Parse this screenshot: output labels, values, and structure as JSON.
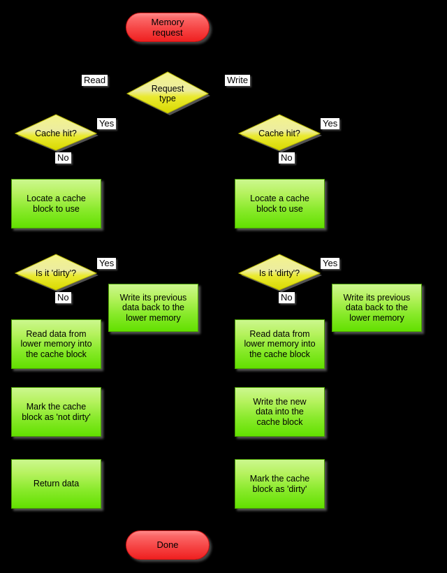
{
  "diagram": {
    "title": "Cache memory request handling flowchart",
    "background_color": "#000000",
    "palette": {
      "terminator_fill": "#f64545",
      "terminator_border": "#cf1414",
      "process_fill": "#8aea2c",
      "process_border": "#4aa000",
      "decision_fill": "#e8e81e",
      "decision_border": "#b0b000",
      "edge_color": "#000000",
      "edge_label_bg": "#ffffff",
      "text_color": "#000000"
    }
  },
  "nodes": {
    "start": {
      "label": "Memory\nrequest",
      "type": "terminator"
    },
    "request_type": {
      "label": "Request\ntype",
      "type": "decision"
    },
    "read_cache_hit": {
      "label": "Cache hit?",
      "type": "decision"
    },
    "read_locate_block": {
      "label": "Locate a cache\nblock to use",
      "type": "process"
    },
    "read_is_dirty": {
      "label": "Is it 'dirty'?",
      "type": "decision"
    },
    "read_writeback": {
      "label": "Write its previous\ndata back to the\nlower memory",
      "type": "process"
    },
    "read_fetch": {
      "label": "Read data from\nlower memory into\nthe cache block",
      "type": "process"
    },
    "read_mark_not_dirty": {
      "label": "Mark the cache\nblock as 'not dirty'",
      "type": "process"
    },
    "read_return": {
      "label": "Return data",
      "type": "process"
    },
    "write_cache_hit": {
      "label": "Cache hit?",
      "type": "decision"
    },
    "write_locate_block": {
      "label": "Locate a cache\nblock to use",
      "type": "process"
    },
    "write_is_dirty": {
      "label": "Is it 'dirty'?",
      "type": "decision"
    },
    "write_writeback": {
      "label": "Write its previous\ndata back to the\nlower memory",
      "type": "process"
    },
    "write_fetch": {
      "label": "Read data from\nlower memory into\nthe cache block",
      "type": "process"
    },
    "write_store": {
      "label": "Write the new\ndata into the\ncache block",
      "type": "process"
    },
    "write_mark_dirty": {
      "label": "Mark the cache\nblock as 'dirty'",
      "type": "process"
    },
    "done": {
      "label": "Done",
      "type": "terminator"
    }
  },
  "edge_labels": {
    "read_branch": "Read",
    "write_branch": "Write",
    "read_hit_yes": "Yes",
    "read_hit_no": "No",
    "read_dirty_yes": "Yes",
    "read_dirty_no": "No",
    "write_hit_yes": "Yes",
    "write_hit_no": "No",
    "write_dirty_yes": "Yes",
    "write_dirty_no": "No"
  }
}
